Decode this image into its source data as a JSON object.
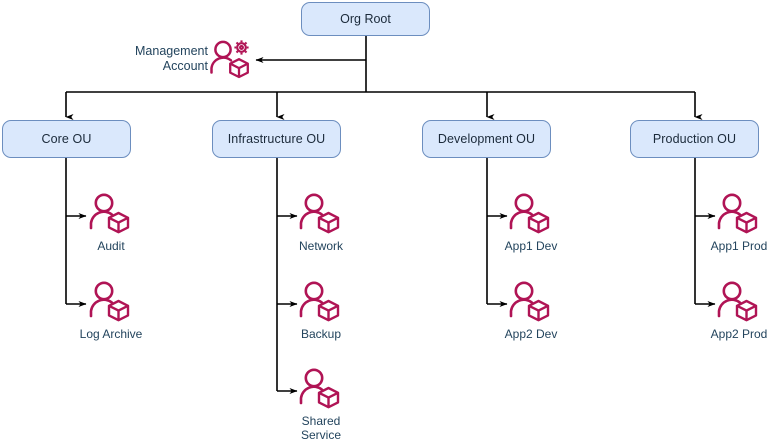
{
  "diagram": {
    "title": "Org Root",
    "root": {
      "label": "Org Root"
    },
    "management_account": {
      "label": "Management\nAccount",
      "icon": "user-gear-cube-icon"
    },
    "accent_color": "#b01455",
    "box_fill": "#dae8fc",
    "box_stroke": "#6c8ebf",
    "line_color": "#000000",
    "text_color": "#23445d",
    "ous": [
      {
        "label": "Core OU",
        "accounts": [
          {
            "label": "Audit",
            "icon": "user-cube-icon"
          },
          {
            "label": "Log Archive",
            "icon": "user-cube-icon"
          }
        ]
      },
      {
        "label": "Infrastructure OU",
        "accounts": [
          {
            "label": "Network",
            "icon": "user-cube-icon"
          },
          {
            "label": "Backup",
            "icon": "user-cube-icon"
          },
          {
            "label": "Shared\nService",
            "icon": "user-cube-icon"
          }
        ]
      },
      {
        "label": "Development OU",
        "accounts": [
          {
            "label": "App1 Dev",
            "icon": "user-cube-icon"
          },
          {
            "label": "App2 Dev",
            "icon": "user-cube-icon"
          }
        ]
      },
      {
        "label": "Production OU",
        "accounts": [
          {
            "label": "App1 Prod",
            "icon": "user-cube-icon"
          },
          {
            "label": "App2 Prod",
            "icon": "user-cube-icon"
          }
        ]
      }
    ]
  }
}
